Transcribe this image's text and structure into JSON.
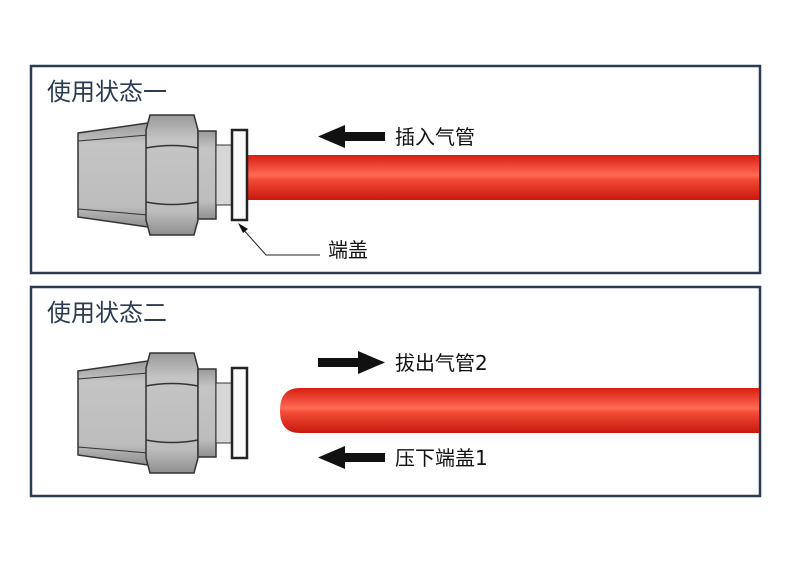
{
  "panel1": {
    "title": "使用状态一",
    "arrow_label": "插入气管",
    "callout_label": "端盖"
  },
  "panel2": {
    "title": "使用状态二",
    "pull_label": "拔出气管2",
    "press_label": "压下端盖1"
  },
  "colors": {
    "frame": "#2b3b52",
    "tube": "#e8281c",
    "metal": "#b9b9b9"
  }
}
